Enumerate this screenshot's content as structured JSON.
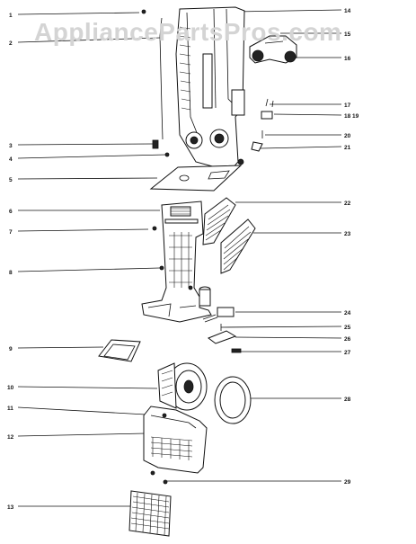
{
  "watermark": "AppliancePartsPros.com",
  "callouts": [
    "1",
    "2",
    "3",
    "4",
    "5",
    "6",
    "7",
    "8",
    "9",
    "10",
    "11",
    "12",
    "13",
    "14",
    "15",
    "16",
    "17",
    "18 19",
    "20",
    "21",
    "22",
    "23",
    "24",
    "25",
    "26",
    "27",
    "28",
    "29"
  ]
}
